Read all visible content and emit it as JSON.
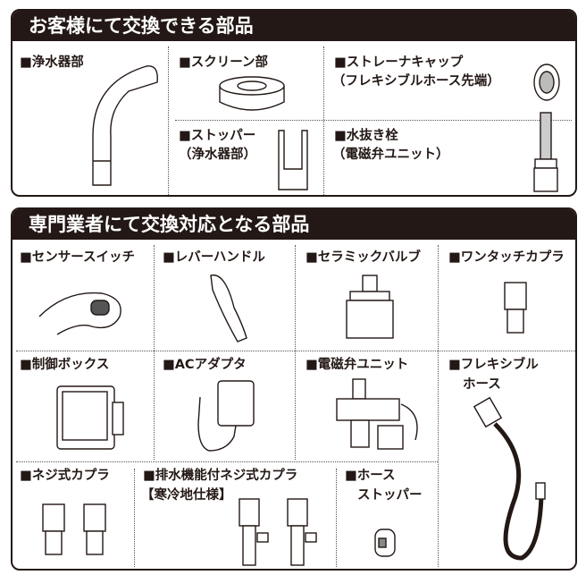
{
  "section1": {
    "title": "お客様にて交換できる部品",
    "items": [
      "■浄水器部",
      "■スクリーン部",
      "■ストレーナキャップ",
      "（フレキシブルホース先端）",
      "■ストッパー",
      "（浄水器部）",
      "■水抜き栓",
      "（電磁弁ユニット）"
    ]
  },
  "section2": {
    "title": "専門業者にて交換対応となる部品",
    "items": [
      "■センサースイッチ",
      "■レバーハンドル",
      "■セラミックバルブ",
      "■ワンタッチカプラ",
      "■制御ボックス",
      "■ACアダプタ",
      "■電磁弁ユニット",
      "■フレキシブル",
      "ホース",
      "■ネジ式カプラ",
      "■排水機能付ネジ式カプラ",
      "【寒冷地仕様】",
      "■ホース",
      "ストッパー"
    ]
  }
}
